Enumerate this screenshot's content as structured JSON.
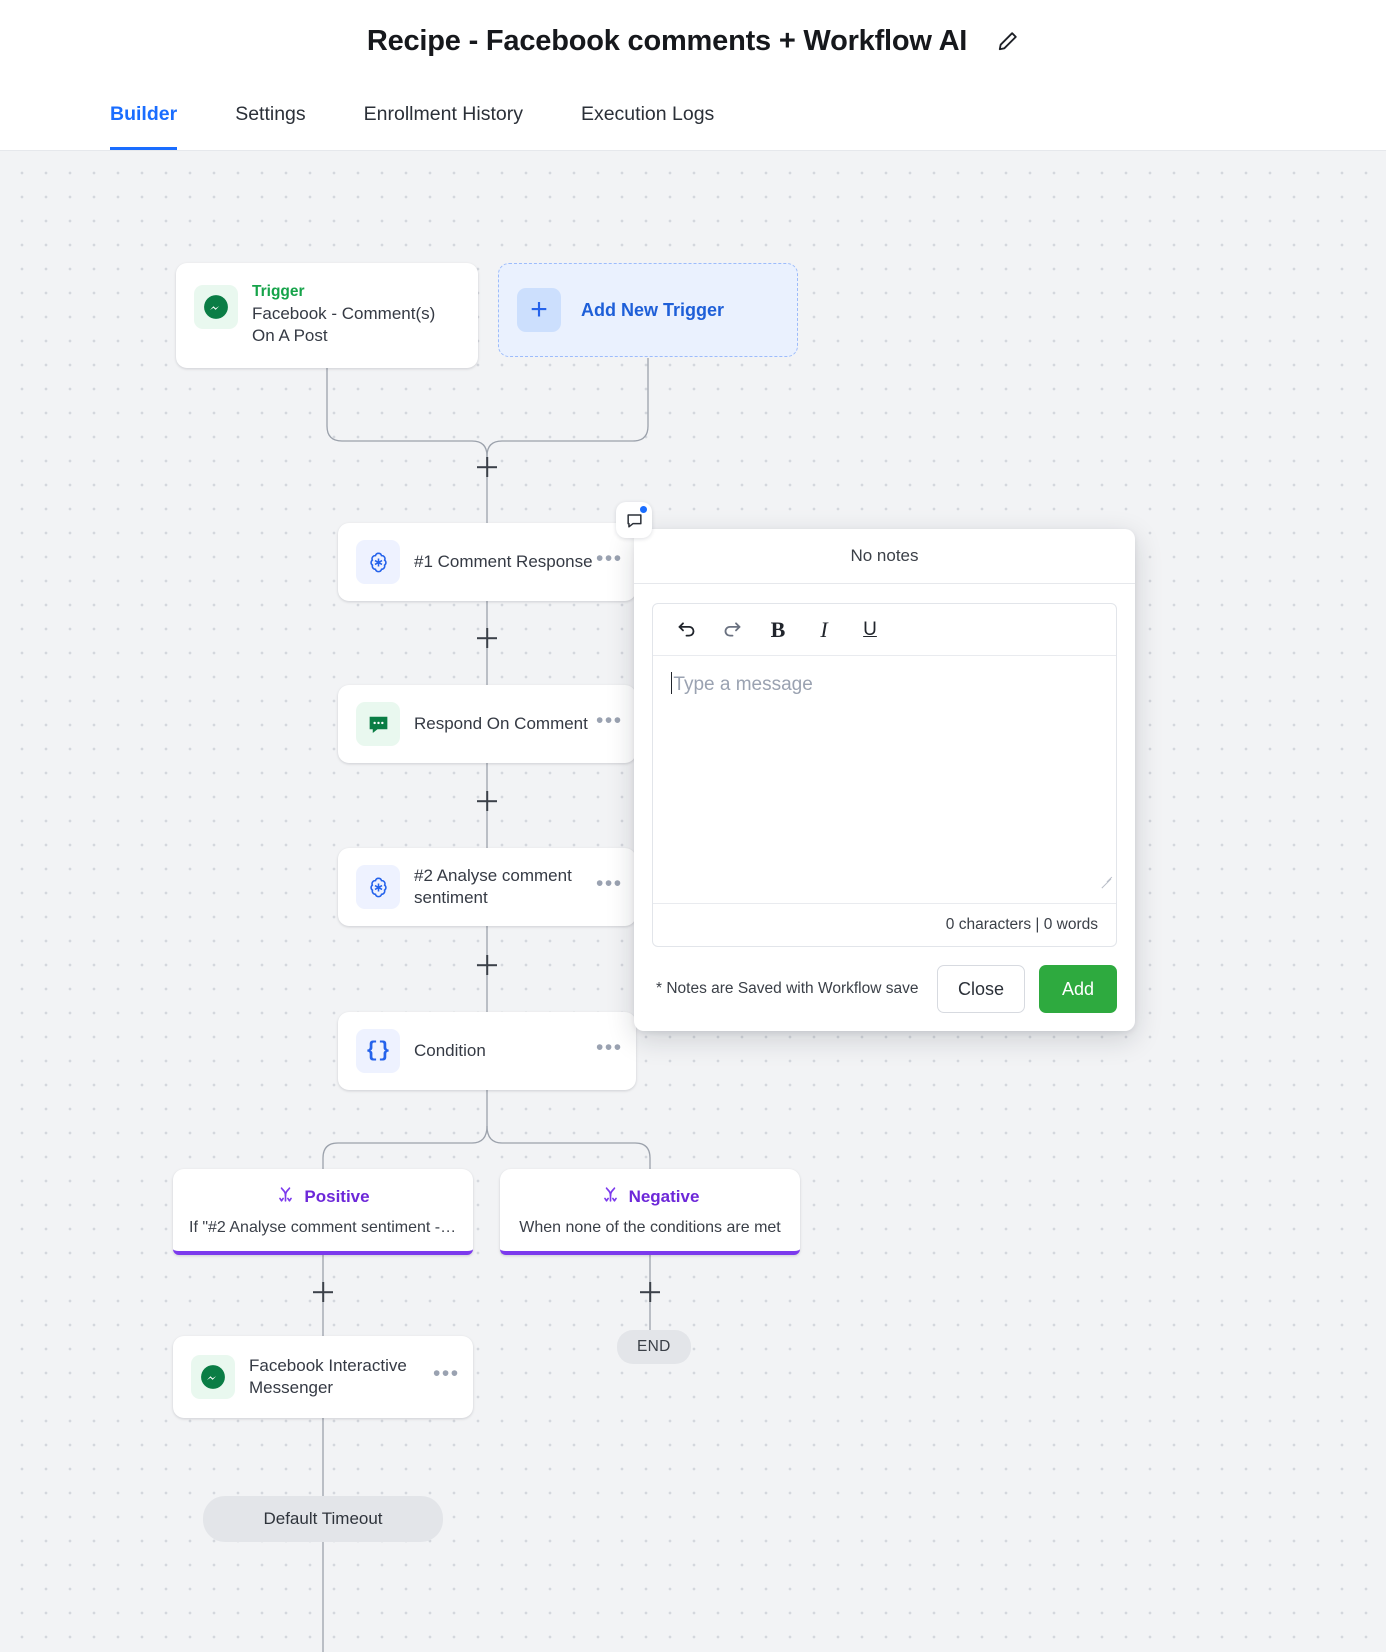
{
  "header": {
    "title": "Recipe - Facebook comments + Workflow AI",
    "edit_icon": "pencil-icon"
  },
  "tabs": [
    {
      "label": "Builder",
      "active": true
    },
    {
      "label": "Settings",
      "active": false
    },
    {
      "label": "Enrollment History",
      "active": false
    },
    {
      "label": "Execution Logs",
      "active": false
    }
  ],
  "canvas": {
    "trigger": {
      "kicker": "Trigger",
      "title": "Facebook - Comment(s) On A Post",
      "icon": "facebook-messenger-icon"
    },
    "add_trigger": {
      "label": "Add New Trigger",
      "icon": "plus-icon"
    },
    "nodes": [
      {
        "title": "#1 Comment Response",
        "icon": "openai-icon",
        "menu": "•••"
      },
      {
        "title": "Respond On Comment",
        "icon": "comment-bubble-icon",
        "menu": "•••"
      },
      {
        "title": "#2 Analyse comment sentiment",
        "icon": "openai-icon",
        "menu": "•••"
      },
      {
        "title": "Condition",
        "icon": "curly-braces-icon",
        "menu": "•••"
      }
    ],
    "branches": [
      {
        "title": "Positive",
        "desc": "If \"#2 Analyse comment sentiment - R...",
        "icon": "branch-fork-icon",
        "accent": "#7c3aed"
      },
      {
        "title": "Negative",
        "desc": "When none of the conditions are met",
        "icon": "branch-fork-icon",
        "accent": "#7c3aed"
      }
    ],
    "facebook_node": {
      "title": "Facebook Interactive Messenger",
      "icon": "facebook-messenger-icon",
      "menu": "•••"
    },
    "end_badge": "END",
    "timeout_pill": "Default Timeout"
  },
  "notes": {
    "badge_icon": "notes-bubble-icon",
    "header": "No notes",
    "toolbar": [
      {
        "label": "↩",
        "name": "undo"
      },
      {
        "label": "↪",
        "name": "redo"
      },
      {
        "label": "B",
        "name": "bold"
      },
      {
        "label": "I",
        "name": "italic"
      },
      {
        "label": "U",
        "name": "underline"
      }
    ],
    "placeholder": "Type a message",
    "value": "",
    "counter": "0 characters | 0 words",
    "footer_note": "* Notes are Saved with Workflow save",
    "close_label": "Close",
    "add_label": "Add"
  },
  "colors": {
    "accent_blue": "#1a6dff",
    "purple": "#7c3aed",
    "green": "#2eaa3f",
    "trigger_green": "#16a34a"
  }
}
